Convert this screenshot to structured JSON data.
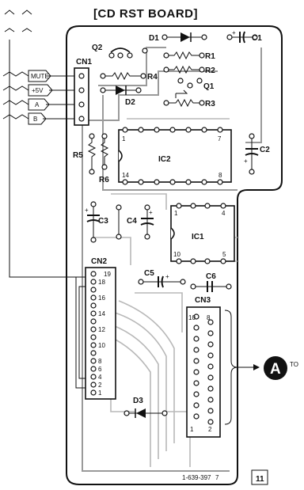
{
  "title": "[CD RST BOARD]",
  "connector_labels": [
    "MUTE",
    "+5V",
    "A",
    "B"
  ],
  "components": {
    "q2": "Q2",
    "d1": "D1",
    "r1": "R1",
    "r2": "R2",
    "r3": "R3",
    "r4": "R4",
    "q1": "Q1",
    "cn1": "CN1",
    "d2": "D2",
    "r5": "R5",
    "r6": "R6",
    "ic2": "IC2",
    "c1": "C1",
    "c2": "C2",
    "c3": "C3",
    "c4": "C4",
    "ic1": "IC1",
    "cn2": "CN2",
    "c5": "C5",
    "c6": "C6",
    "cn3": "CN3",
    "d3": "D3"
  },
  "pins": {
    "ic2_1": "1",
    "ic2_7": "7",
    "ic2_14": "14",
    "ic2_8": "8",
    "ic1_4": "4",
    "ic1_1": "1",
    "ic1_10": "10",
    "ic1_5": "5",
    "cn2_19": "19",
    "cn2_18": "18",
    "cn2_16": "16",
    "cn2_14": "14",
    "cn2_12": "12",
    "cn2_10": "10",
    "cn2_8": "8",
    "cn2_6": "6",
    "cn2_4": "4",
    "cn2_2": "2",
    "cn2_1": "1",
    "cn3_10": "10",
    "cn3_8": "8",
    "cn3_1": "1",
    "cn3_2": "2"
  },
  "marker_letter": "A",
  "marker_note": "TO",
  "footer_code": "1-639-397",
  "footer_tail": "7",
  "page_number": "11"
}
